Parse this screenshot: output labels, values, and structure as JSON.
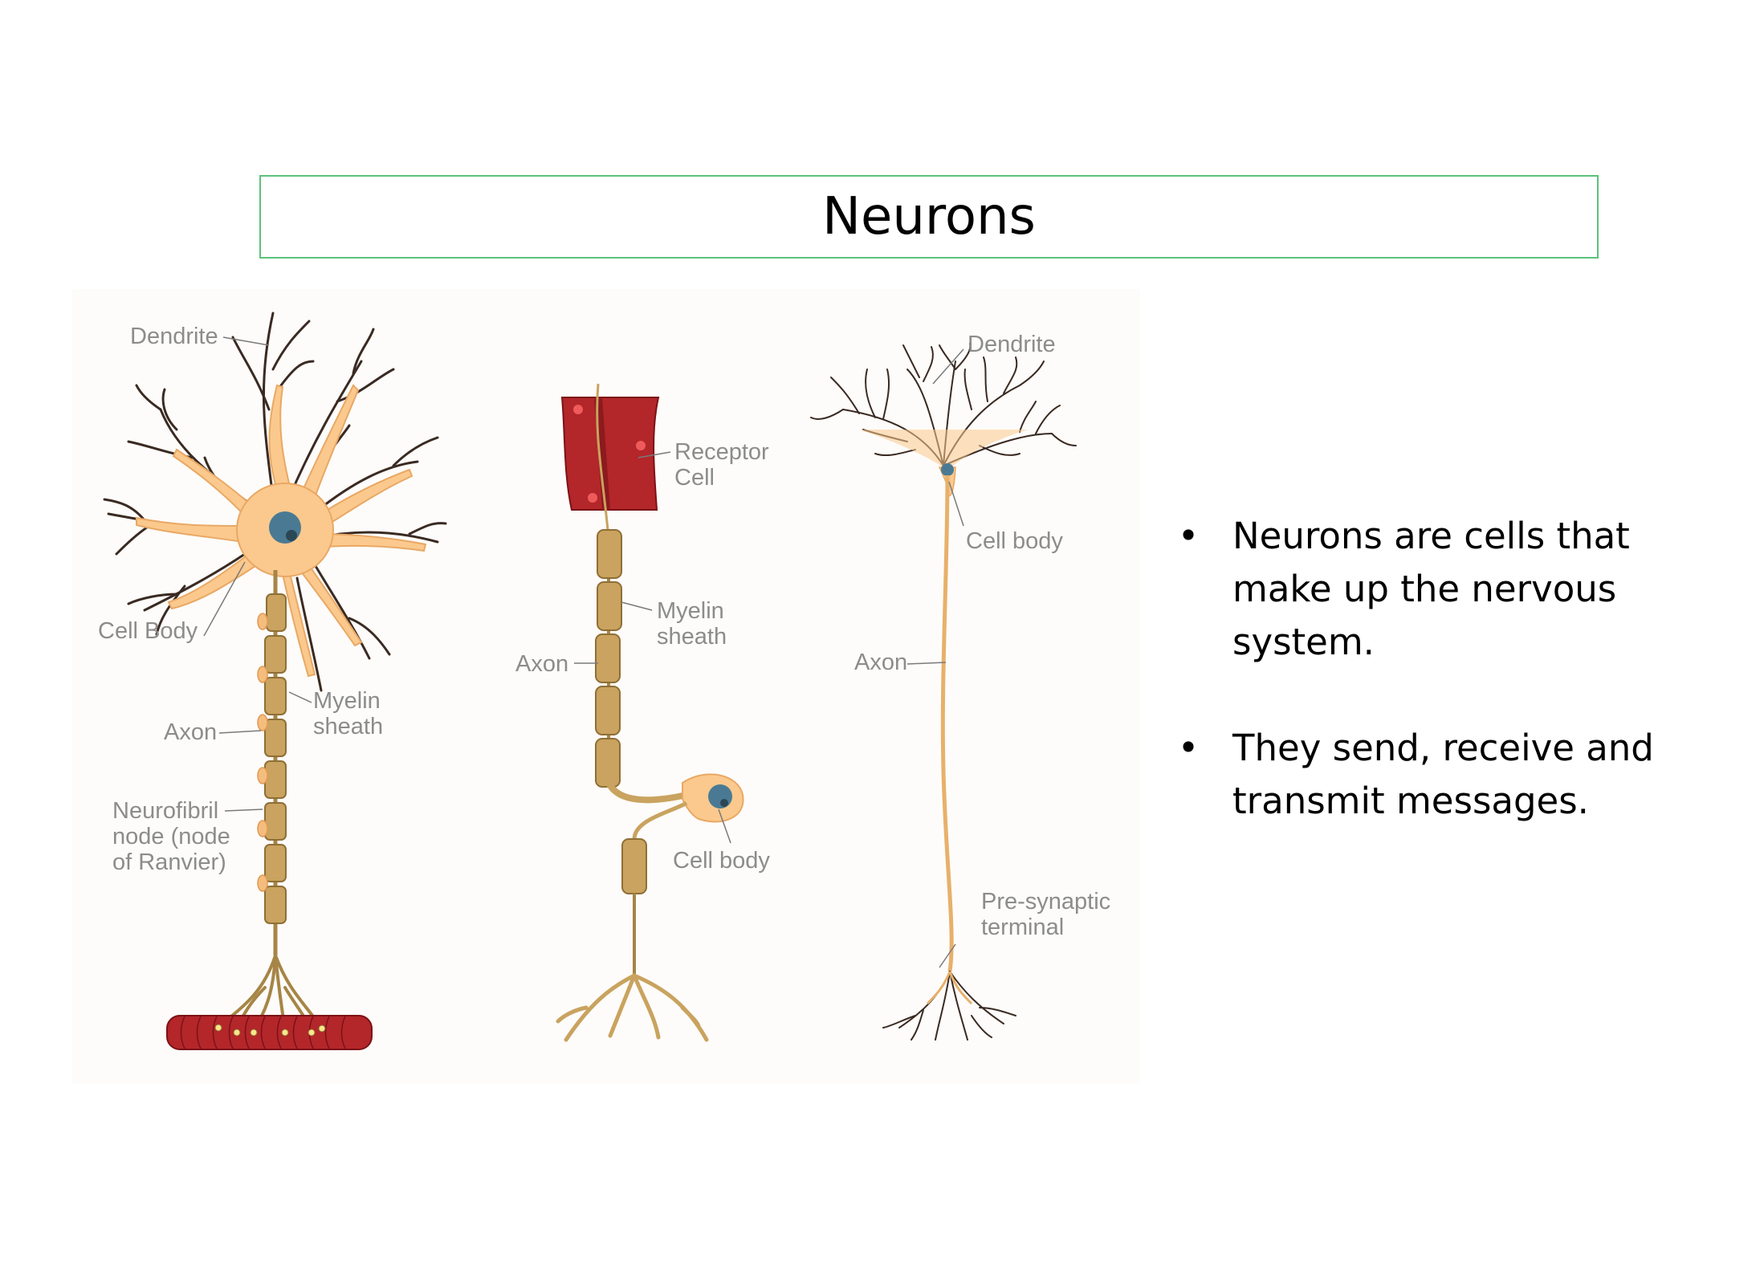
{
  "slide": {
    "title": "Neurons",
    "bullet_marker": "•",
    "bullets": [
      "Neurons are cells that make up the nervous system.",
      "They send, receive and transmit messages."
    ]
  },
  "diagram": {
    "motor_neuron": {
      "dendrite": "Dendrite",
      "cell_body": "Cell Body",
      "myelin_line1": "Myelin",
      "myelin_line2": "sheath",
      "axon": "Axon",
      "node_line1": "Neurofibril",
      "node_line2": "node (node",
      "node_line3": "of Ranvier)"
    },
    "sensory_neuron": {
      "receptor_line1": "Receptor",
      "receptor_line2": "Cell",
      "myelin_line1": "Myelin",
      "myelin_line2": "sheath",
      "axon": "Axon",
      "cell_body": "Cell body"
    },
    "interneuron": {
      "dendrite": "Dendrite",
      "cell_body": "Cell body",
      "axon": "Axon",
      "terminal_line1": "Pre-synaptic",
      "terminal_line2": "terminal"
    },
    "colors": {
      "cell": "#fbc98d",
      "myelin": "#c9a35f",
      "muscle": "#b3262a",
      "nucleus": "#4a7a93",
      "dendrite_dark": "#3a2a22"
    }
  }
}
